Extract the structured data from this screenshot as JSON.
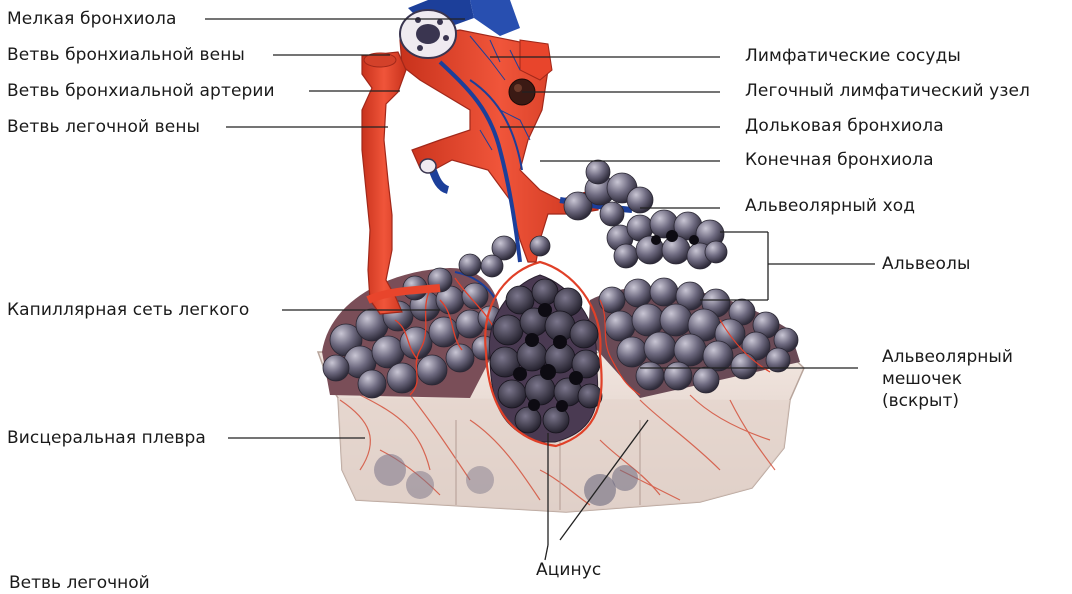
{
  "labels_left": {
    "small_bronchiole": "Мелкая бронхиола",
    "bronchial_vein_branch": "Ветвь бронхиальной вены",
    "bronchial_artery_branch": "Ветвь бронхиальной артерии",
    "pulmonary_vein_branch": "Ветвь легочной вены",
    "capillary_network": "Капиллярная сеть легкого",
    "visceral_pleura": "Висцеральная плевра",
    "cut_off_text": "Ветвь легочной"
  },
  "labels_right": {
    "lymph_vessels": "Лимфатические сосуды",
    "lymph_node": "Легочный лимфатический узел",
    "lobular_bronchiole": "Дольковая бронхиола",
    "terminal_bronchiole": "Конечная бронхиола",
    "alveolar_duct": "Альвеолярный ход",
    "alveoli": "Альвеолы",
    "alveolar_sac_1": "Альвеолярный",
    "alveolar_sac_2": "мешочек",
    "alveolar_sac_3": "(вскрыт)"
  },
  "labels_bottom": {
    "acinus": "Ацинус"
  },
  "colors": {
    "artery": "#e8452c",
    "vein": "#1c3f9a",
    "alveoli": "#5e5a6e",
    "pleura": "#e9d8d0",
    "leader": "#222222"
  }
}
